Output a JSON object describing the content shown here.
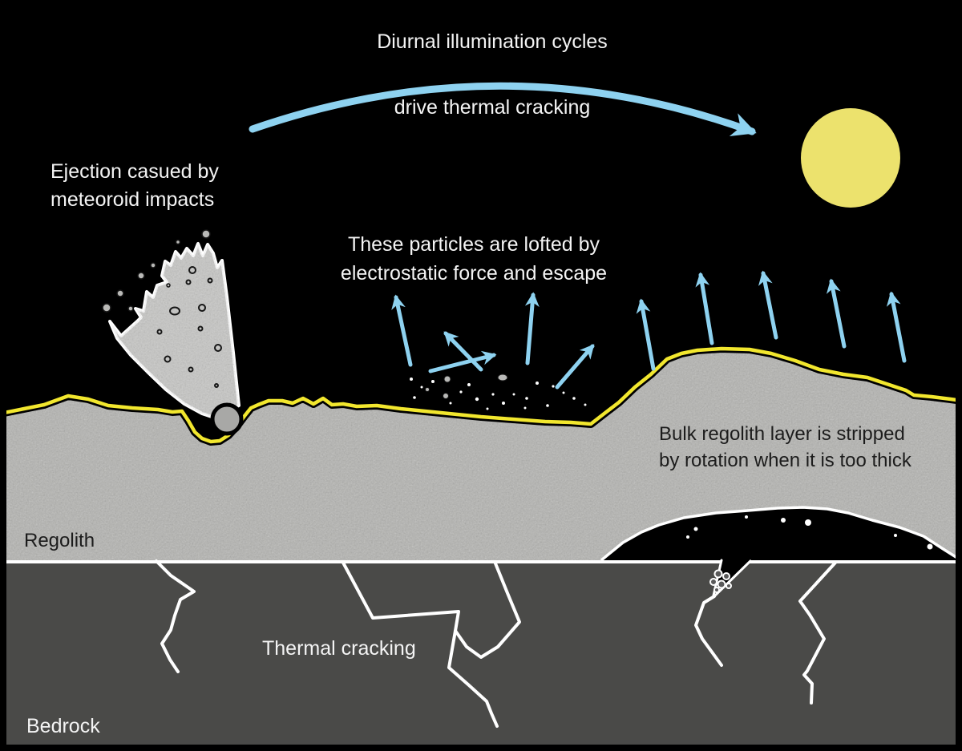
{
  "diagram": {
    "title": "Regolith processes diagram",
    "annotations": {
      "diurnal_line1": "Diurnal illumination cycles",
      "diurnal_line2": "drive thermal cracking",
      "ejection_line1": "Ejection casued by",
      "ejection_line2": "meteoroid impacts",
      "lofted_line1": "These particles are lofted by",
      "lofted_line2": "electrostatic force and escape",
      "stripped_line1": "Bulk regolith layer is stripped",
      "stripped_line2": "by rotation when it is too thick",
      "thermal_cracking": "Thermal cracking",
      "regolith": "Regolith",
      "bedrock": "Bedrock"
    },
    "colors": {
      "background": "#000000",
      "regolith_gray": "#b3b3b0",
      "cone_gray": "#c6c6c4",
      "bedrock_gray": "#4a4a48",
      "surface_yellow": "#f2e72e",
      "arrow_blue": "#8ed2f0",
      "sun_yellow": "#ece26d",
      "crack_white": "#ffffff",
      "text_light": "#f4f4f4",
      "text_dark": "#1c1c1c"
    },
    "icons": {
      "sun": "sun-icon",
      "arc": "illumination-arc-arrow",
      "up_arrows": "electrostatic-lofting-arrows"
    }
  }
}
